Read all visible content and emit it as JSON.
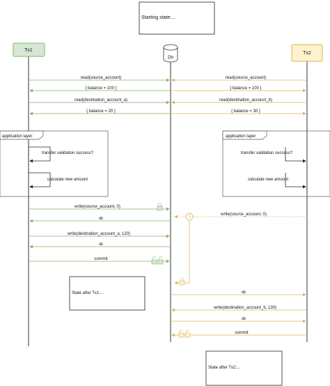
{
  "boxes": {
    "starting_state": "Starting state:...",
    "state_after_tx1": "State after Tx1:...",
    "state_after_tx2": "State after Tx2:..."
  },
  "participants": {
    "tx1": "Tx1",
    "db": "Db",
    "tx2": "Tx2"
  },
  "frames": {
    "left_title": "application layer",
    "right_title": "application layer"
  },
  "messages": {
    "m1": "read(source_account)",
    "m2": "read(source_account)",
    "m3": "{ balance = 100 }",
    "m4": "{ balance = 100 }",
    "m5": "read(destination_account_a)",
    "m6": "read(destination_account_b)",
    "m7": "{ balance = 20 }",
    "m8": "{ balance = 30 }",
    "self1": "transfer validation success?",
    "self2": "transfer validation success?",
    "self3": "calculate new amount",
    "self4": "calculate new amount",
    "m9": "write(source_account, 0)",
    "m10": "write(source_account, 0)",
    "m11": "ok",
    "m12": "write(destination_account_a, 120)",
    "m13": "ok",
    "m14": "commit",
    "m15": "ok",
    "m16": "write(destination_account_b, 130)",
    "m17": "ok",
    "m18": "commit"
  },
  "colors": {
    "green": "#82b366",
    "green_fill": "#d5e8d4",
    "orange": "#d6b656",
    "orange_fill": "#fff2cc",
    "line": "#333333"
  },
  "icons": [
    "lock-icon",
    "clock-icon"
  ]
}
